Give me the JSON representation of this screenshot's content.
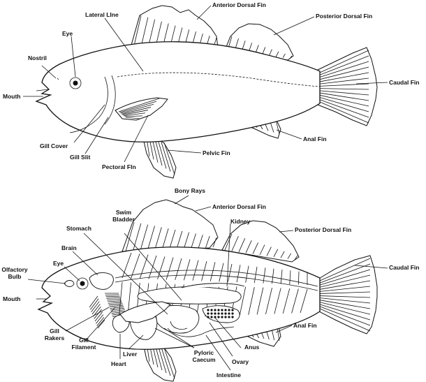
{
  "top_diagram": {
    "labels": {
      "eye": "Eye",
      "lateral_line": "Lateral LIne",
      "anterior_dorsal_fin": "Anterior Dorsal Fin",
      "posterior_dorsal_fin": "Posterior Dorsal Fin",
      "nostril": "Nostril",
      "mouth": "Mouth",
      "caudal_fin": "Caudal Fin",
      "gill_cover": "Gill Cover",
      "anal_fin": "Anal Fin",
      "gill_slit": "Gill Slit",
      "pelvic_fin": "Pelvic Fin",
      "pectoral_fin": "Pectoral FIn"
    }
  },
  "bottom_diagram": {
    "labels": {
      "bony_rays": "Bony Rays",
      "anterior_dorsal_fin": "Anterior Dorsal Fin",
      "swim_bladder_1": "Swim",
      "swim_bladder_2": "Bladder",
      "stomach": "Stomach",
      "kidney": "Kidney",
      "posterior_dorsal_fin": "Posterior Dorsal Fin",
      "brain": "Brain",
      "eye": "Eye",
      "olfactory_bulb_1": "Olfactory",
      "olfactory_bulb_2": "Bulb",
      "caudal_fin": "Caudal Fin",
      "mouth": "Mouth",
      "gill_rakers_1": "Gill",
      "gill_rakers_2": "Rakers",
      "gill_filament_1": "Gill",
      "gill_filament_2": "Filament",
      "anal_fin": "Anal Fin",
      "anus": "Anus",
      "liver": "Liver",
      "pyloric_caecum_1": "Pyloric",
      "pyloric_caecum_2": "Caecum",
      "ovary": "Ovary",
      "heart": "Heart",
      "intestine": "Intestine"
    }
  }
}
